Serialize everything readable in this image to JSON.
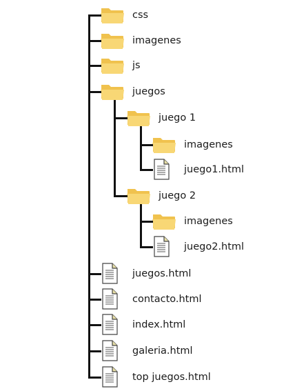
{
  "tree": {
    "root_children": [
      {
        "name": "css",
        "type": "folder"
      },
      {
        "name": "imagenes",
        "type": "folder"
      },
      {
        "name": "js",
        "type": "folder"
      },
      {
        "name": "juegos",
        "type": "folder",
        "children": [
          {
            "name": "juego 1",
            "type": "folder",
            "children": [
              {
                "name": "imagenes",
                "type": "folder"
              },
              {
                "name": "juego1.html",
                "type": "file"
              }
            ]
          },
          {
            "name": "juego 2",
            "type": "folder",
            "children": [
              {
                "name": "imagenes",
                "type": "folder"
              },
              {
                "name": "juego2.html",
                "type": "file"
              }
            ]
          }
        ]
      },
      {
        "name": "juegos.html",
        "type": "file"
      },
      {
        "name": "contacto.html",
        "type": "file"
      },
      {
        "name": "index.html",
        "type": "file"
      },
      {
        "name": "galeria.html",
        "type": "file"
      },
      {
        "name": "top juegos.html",
        "type": "file"
      }
    ]
  },
  "icons": {
    "folder": "folder-icon",
    "file": "file-document-icon"
  },
  "colors": {
    "line": "#111111",
    "folder_fill": "#F8D775",
    "folder_back": "#F0C24E",
    "file_fill": "#FFFFFF",
    "file_stroke": "#444444",
    "text": "#1a1a1a"
  }
}
